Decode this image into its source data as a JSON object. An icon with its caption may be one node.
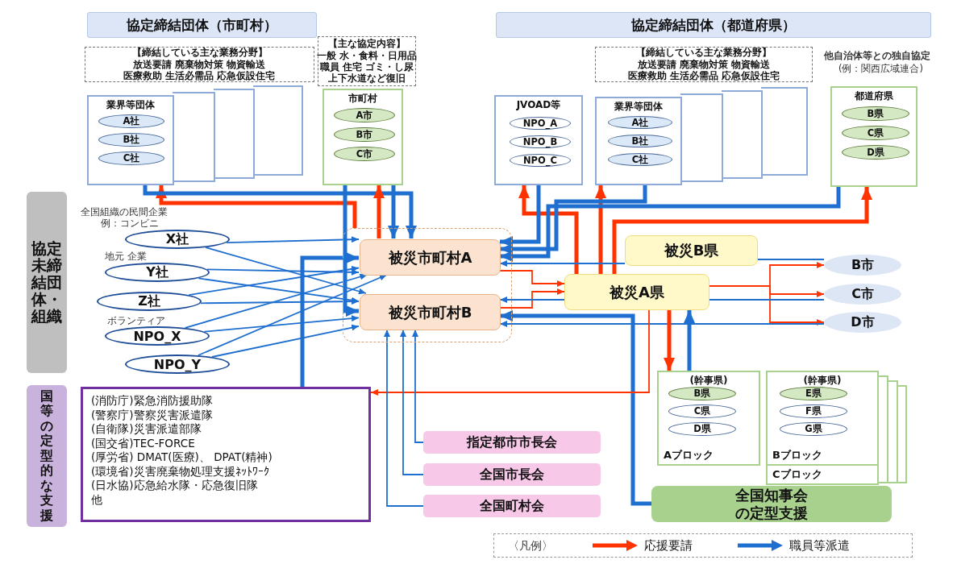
{
  "diagram": {
    "nodes": [
      {
        "text": [
          "協定締結団体（市町村）"
        ]
      },
      {
        "text": [
          "【締結している主な業務分野】",
          "放送要請 廃棄物対策 物資輸送",
          "医療救助 生活必需品 応急仮設住宅"
        ]
      },
      {
        "text": [
          "業界等団体"
        ]
      },
      {
        "text": [
          "A社"
        ],
        "in": 2
      },
      {
        "text": [
          "B社"
        ],
        "in": 2
      },
      {
        "text": [
          "C社"
        ],
        "in": 2
      },
      {
        "text": [
          "【主な協定内容】",
          "一般 水・食料・日用品",
          "職員 住宅 ゴミ・し尿",
          "上下水道など復旧"
        ]
      },
      {
        "text": [
          "市町村"
        ]
      },
      {
        "text": [
          "A市"
        ],
        "in": 7
      },
      {
        "text": [
          "B市"
        ],
        "in": 7
      },
      {
        "text": [
          "C市"
        ],
        "in": 7
      },
      {
        "text": [
          "協定締結団体（都道府県）"
        ]
      },
      {
        "text": [
          "【締結している主な業務分野】",
          "放送要請 廃棄物対策 物資輸送",
          "医療救助 生活必需品 応急仮設住宅"
        ]
      },
      {
        "text": [
          "JVOAD等"
        ]
      },
      {
        "text": [
          "NPO_A"
        ],
        "in": 13
      },
      {
        "text": [
          "NPO_B"
        ],
        "in": 13
      },
      {
        "text": [
          "NPO_C"
        ],
        "in": 13
      },
      {
        "text": [
          "業界等団体"
        ]
      },
      {
        "text": [
          "A社"
        ],
        "in": 17
      },
      {
        "text": [
          "B社"
        ],
        "in": 17
      },
      {
        "text": [
          "C社"
        ],
        "in": 17
      },
      {
        "text": [
          "都道府県"
        ]
      },
      {
        "text": [
          "B県"
        ],
        "in": 21
      },
      {
        "text": [
          "C県"
        ],
        "in": 21
      },
      {
        "text": [
          "D県"
        ],
        "in": 21
      },
      {
        "text": [
          "協定未締結団体・組織"
        ]
      },
      {
        "text": [
          "X社"
        ]
      },
      {
        "text": [
          "Y社"
        ]
      },
      {
        "text": [
          "Z社"
        ]
      },
      {
        "text": [
          "NPO_X"
        ]
      },
      {
        "text": [
          "NPO_Y"
        ]
      },
      {
        "text": [],
        "shape": "box"
      },
      {
        "text": [
          "被災市町村A"
        ],
        "in": 31
      },
      {
        "text": [
          "被災市町村B"
        ],
        "in": 31
      },
      {
        "text": [
          "被災B県"
        ]
      },
      {
        "text": [
          "被災A県"
        ]
      },
      {
        "text": [
          "B市"
        ]
      },
      {
        "text": [
          "C市"
        ]
      },
      {
        "text": [
          "D市"
        ]
      },
      {
        "text": [
          "(幹事県)",
          "Aブロック"
        ]
      },
      {
        "text": [
          "B県"
        ],
        "in": 39
      },
      {
        "text": [
          "C県"
        ],
        "in": 39
      },
      {
        "text": [
          "D県"
        ],
        "in": 39
      },
      {
        "text": [
          "(幹事県)",
          "Bブロック"
        ]
      },
      {
        "text": [
          "E県"
        ],
        "in": 43
      },
      {
        "text": [
          "F県"
        ],
        "in": 43
      },
      {
        "text": [
          "G県"
        ],
        "in": 43
      },
      {
        "text": [
          "Cブロック"
        ]
      },
      {
        "text": [
          "全国知事会の定型支援"
        ]
      },
      {
        "text": [
          "国等の定型的な支援"
        ]
      },
      {
        "text": [
          "(消防庁)緊急消防援助隊",
          "(警察庁)警察災害派遣隊",
          "(自衛隊)災害派遣部隊",
          "(国交省)TEC-FORCE",
          "(厚労省) DMAT(医療)、 DPAT(精神)",
          "(環境省)災害廃棄物処理支援ﾈｯﾄﾜｰｸ",
          "(日水協)応急給水隊・応急復旧隊",
          "他"
        ]
      },
      {
        "text": [
          "指定都市市長会"
        ]
      },
      {
        "text": [
          "全国市長会"
        ]
      },
      {
        "text": [
          "全国町村会"
        ]
      },
      {
        "text": [],
        "shape": "box"
      },
      {
        "text": [],
        "shape": "box"
      },
      {
        "text": [],
        "shape": "box"
      },
      {
        "text": [],
        "shape": "box"
      },
      {
        "text": [],
        "shape": "box"
      },
      {
        "text": [],
        "shape": "box"
      },
      {
        "text": [],
        "shape": "box"
      },
      {
        "text": [],
        "shape": "box"
      },
      {
        "text": [],
        "shape": "box"
      }
    ],
    "edges": [
      {
        "from": 31,
        "to": 2,
        "arrow": "to",
        "style": "thick",
        "color": "#ff3300"
      },
      {
        "from": 2,
        "to": 32,
        "arrow": "to",
        "style": "thick"
      },
      {
        "from": 32,
        "to": 7,
        "arrow": "to",
        "style": "thick",
        "color": "#ff3300"
      },
      {
        "from": 7,
        "to": 32,
        "arrow": "to",
        "style": "thick"
      },
      {
        "from": 7,
        "to": 33,
        "arrow": "to",
        "style": "thick"
      },
      {
        "from": 35,
        "to": 13,
        "arrow": "to",
        "style": "thick",
        "color": "#ff3300"
      },
      {
        "from": 13,
        "to": 32,
        "arrow": "to",
        "style": "thick"
      },
      {
        "from": 35,
        "to": 17,
        "arrow": "to",
        "style": "thick",
        "color": "#ff3300"
      },
      {
        "from": 17,
        "to": 32,
        "arrow": "to",
        "style": "thick"
      },
      {
        "from": 35,
        "to": 21,
        "arrow": "to",
        "style": "thick",
        "color": "#ff3300"
      },
      {
        "from": 21,
        "to": 32,
        "arrow": "to",
        "style": "thick"
      },
      {
        "from": 32,
        "to": 35,
        "arrow": "to",
        "color": "#ff3300"
      },
      {
        "from": 33,
        "to": 35,
        "arrow": "to",
        "color": "#ff3300"
      },
      {
        "from": 34,
        "to": 32,
        "arrow": "to"
      },
      {
        "from": 35,
        "to": 33,
        "arrow": "to"
      },
      {
        "from": 35,
        "to": 36,
        "arrow": "to",
        "color": "#ff3300"
      },
      {
        "from": 35,
        "to": 37,
        "arrow": "to",
        "color": "#ff3300"
      },
      {
        "from": 35,
        "to": 38,
        "arrow": "to",
        "color": "#ff3300"
      },
      {
        "from": 36,
        "to": 34,
        "arrow": "none"
      },
      {
        "from": 37,
        "to": 35,
        "arrow": "none"
      },
      {
        "from": 38,
        "to": 33,
        "arrow": "to"
      },
      {
        "from": 35,
        "to": 39,
        "arrow": "to",
        "style": "thick",
        "color": "#ff3300"
      },
      {
        "from": 39,
        "to": 35,
        "arrow": "to",
        "style": "thick"
      },
      {
        "from": 48,
        "to": 33,
        "arrow": "to",
        "style": "thick"
      },
      {
        "from": 35,
        "to": 50,
        "arrow": "to",
        "color": "#ff3300"
      },
      {
        "from": 50,
        "to": 32,
        "arrow": "to",
        "style": "thick"
      },
      {
        "from": 51,
        "to": 33,
        "arrow": "to"
      },
      {
        "from": 52,
        "to": 33,
        "arrow": "to"
      },
      {
        "from": 53,
        "to": 33,
        "arrow": "to"
      },
      {
        "from": 26,
        "to": 32,
        "arrow": "to"
      },
      {
        "from": 26,
        "to": 33,
        "arrow": "to"
      },
      {
        "from": 27,
        "to": 32,
        "arrow": "to"
      },
      {
        "from": 27,
        "to": 33,
        "arrow": "to"
      },
      {
        "from": 28,
        "to": 32,
        "arrow": "to"
      },
      {
        "from": 28,
        "to": 33,
        "arrow": "to"
      },
      {
        "from": 29,
        "to": 32,
        "arrow": "to"
      },
      {
        "from": 29,
        "to": 33,
        "arrow": "to"
      },
      {
        "from": 30,
        "to": 32,
        "arrow": "to"
      },
      {
        "from": 30,
        "to": 33,
        "arrow": "to"
      }
    ],
    "labels": [
      "他自治体等との独自協定",
      "(例：関西広域連合)",
      "全国組織の民間企業",
      "例：コンビニ",
      "地元 企業",
      "ボランティア",
      "〈凡例〉"
    ],
    "legend": [
      {
        "text": "応援要請"
      },
      {
        "text": "職員等派遣"
      }
    ]
  }
}
